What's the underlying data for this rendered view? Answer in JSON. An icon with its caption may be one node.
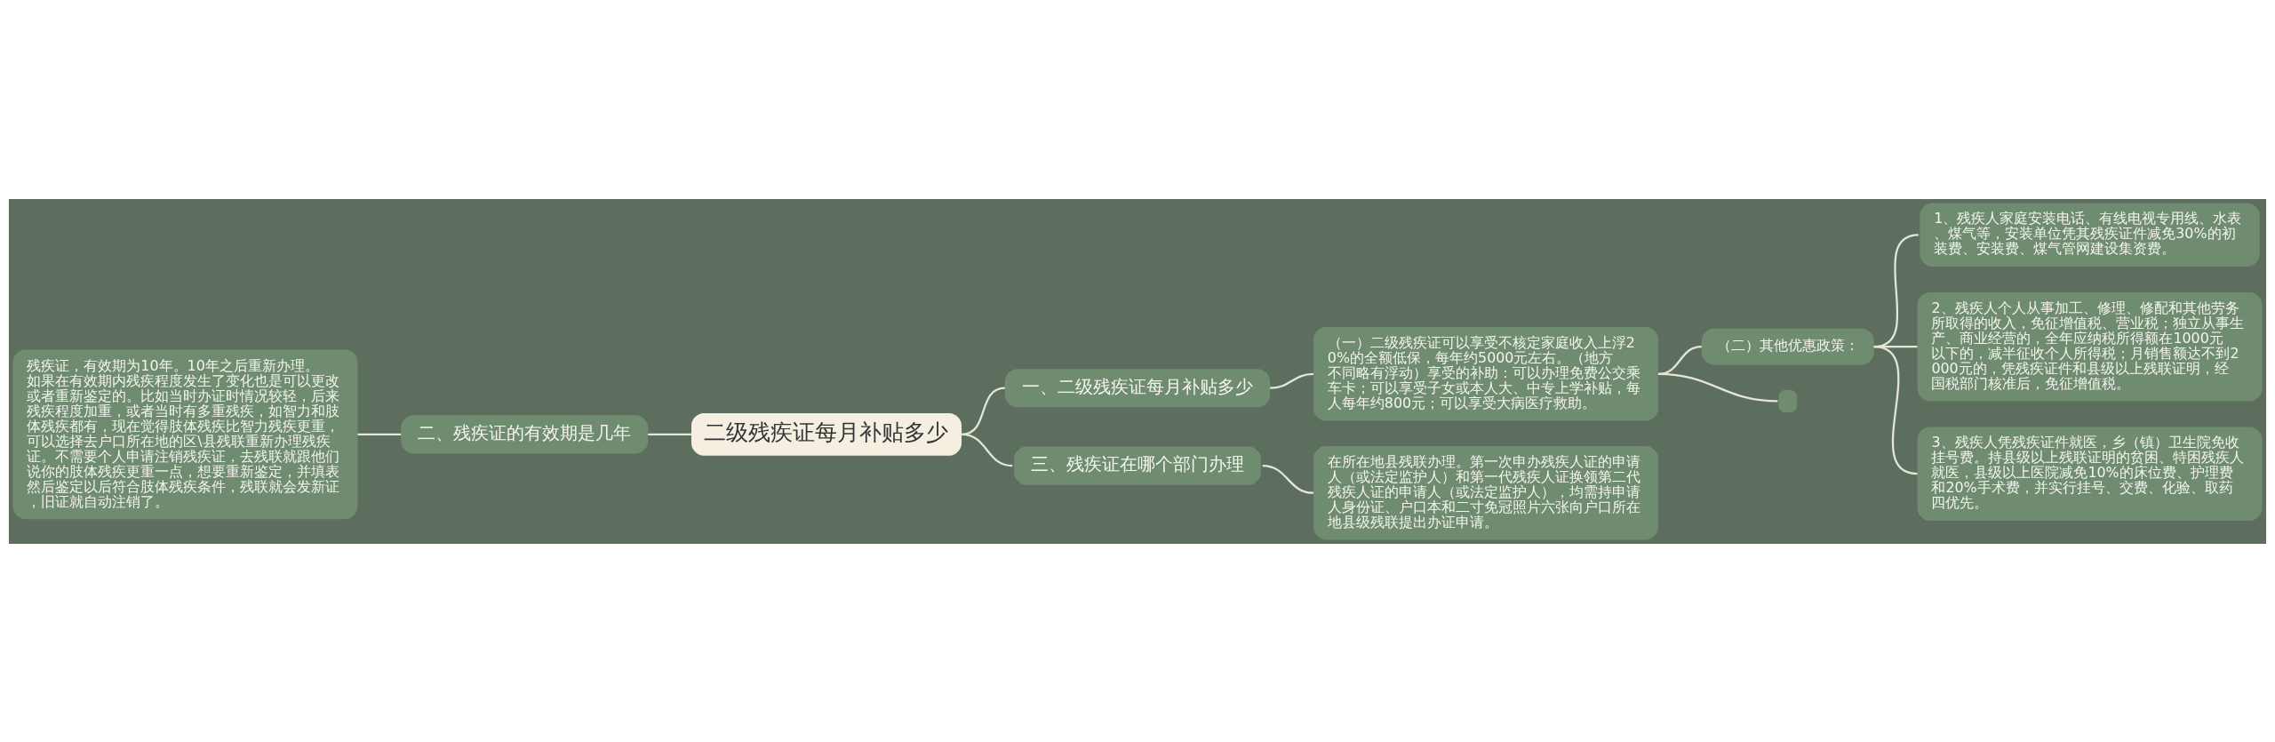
{
  "diagram": {
    "nodes": [
      {
        "text": [
          "二级残疾证每月补贴多少"
        ]
      },
      {
        "text": [
          "一、二级残疾证每月补贴多少"
        ]
      },
      {
        "text": [
          "（一）二级残疾证可以享受不核定家庭收入上浮20%的全额低保，每年约5000元左右。（地方不同略有浮动）享受的补助：可以办理免费公交乘车卡；可以享受子女或本人大、中专上学补贴，每人每年约800元；可以享受大病医疗救助。"
        ]
      },
      {
        "text": [
          "（二）其他优惠政策："
        ]
      },
      {
        "text": [
          "1、残疾人家庭安装电话、有线电视专用线、水表、煤气等，安装单位凭其残疾证件减免30%的初装费、安装费、煤气管网建设集资费。"
        ]
      },
      {
        "text": [
          "2、残疾人个人从事加工、修理、修配和其他劳务所取得的收入，免征增值税、营业税；独立从事生产、商业经营的，全年应纳税所得额在1000元以下的，减半征收个人所得税；月销售额达不到2000元的，凭残疾证件和县级以上残联证明，经国税部门核准后，免征增值税。"
        ]
      },
      {
        "text": [
          "3、残疾人凭残疾证件就医，乡（镇）卫生院免收挂号费。持县级以上残联证明的贫困、特困残疾人就医，县级以上医院减免10%的床位费、护理费和20%手术费，并实行挂号、交费、化验、取药四优先。"
        ]
      },
      {
        "text": [],
        "shape": "box"
      },
      {
        "text": [
          "二、残疾证的有效期是几年"
        ]
      },
      {
        "text": [
          "残疾证，有效期为10年。10年之后重新办理。如果在有效期内残疾程度发生了变化也是可以更改或者重新鉴定的。比如当时办证时情况较轻，后来残疾程度加重，或者当时有多重残疾，如智力和肢体残疾都有，现在觉得肢体残疾比智力残疾更重，可以选择去户口所在地的区\\县残联重新办理残疾证。不需要个人申请注销残疾证，去残联就跟他们说你的肢体残疾更重一点，想要重新鉴定，并填表然后鉴定以后符合肢体残疾条件，残联就会发新证，旧证就自动注销了。"
        ]
      },
      {
        "text": [
          "三、残疾证在哪个部门办理"
        ]
      },
      {
        "text": [
          "在所在地县残联办理。第一次申办残疾人证的申请人（或法定监护人）和第一代残疾人证换领第二代残疾人证的申请人（或法定监护人），均需持申请人身份证、户口本和二寸免冠照片六张向户口所在地县级残联提出办证申请。"
        ]
      }
    ],
    "edges": [
      {
        "from": 0,
        "to": 1,
        "arrow": "none"
      },
      {
        "from": 1,
        "to": 2,
        "arrow": "none"
      },
      {
        "from": 2,
        "to": 3,
        "arrow": "none"
      },
      {
        "from": 3,
        "to": 4,
        "arrow": "none"
      },
      {
        "from": 3,
        "to": 5,
        "arrow": "none"
      },
      {
        "from": 3,
        "to": 6,
        "arrow": "none"
      },
      {
        "from": 2,
        "to": 7,
        "arrow": "none"
      },
      {
        "from": 0,
        "to": 8,
        "arrow": "none"
      },
      {
        "from": 8,
        "to": 9,
        "arrow": "none"
      },
      {
        "from": 0,
        "to": 10,
        "arrow": "none"
      },
      {
        "from": 10,
        "to": 11,
        "arrow": "none"
      }
    ]
  }
}
